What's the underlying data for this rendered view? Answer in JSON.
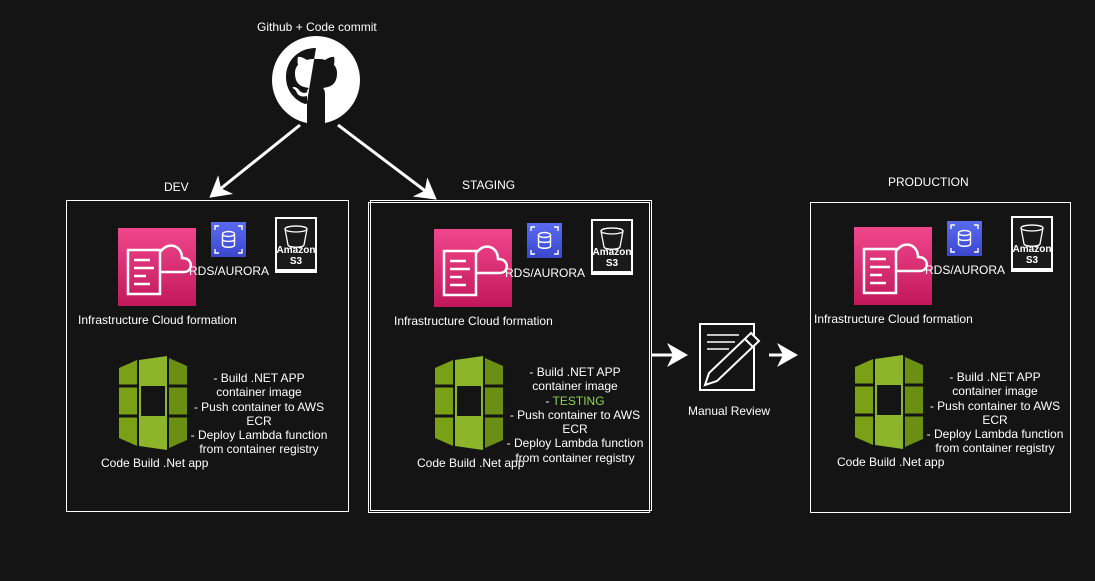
{
  "github": {
    "label": "Github + Code commit"
  },
  "stages": {
    "dev": {
      "title": "DEV",
      "cf_label": "Infrastructure Cloud formation",
      "rds_label": "RDS/AURORA",
      "s3_label_1": "Amazon",
      "s3_label_2": "S3",
      "cb_label": "Code Build .Net app",
      "steps": [
        "- Build .NET APP",
        "container image",
        "- Push container to AWS",
        "ECR",
        "- Deploy Lambda function",
        "from container registry"
      ]
    },
    "staging": {
      "title": "STAGING",
      "cf_label": "Infrastructure Cloud formation",
      "rds_label": "RDS/AURORA",
      "s3_label_1": "Amazon",
      "s3_label_2": "S3",
      "cb_label": "Code Build .Net app",
      "steps": [
        "- Build .NET APP",
        "container image",
        "- ",
        "TESTING",
        "- Push container to AWS",
        "ECR",
        "- Deploy Lambda function",
        "from container registry"
      ]
    },
    "production": {
      "title": "PRODUCTION",
      "cf_label": "Infrastructure Cloud formation",
      "rds_label": "RDS/AURORA",
      "s3_label_1": "Amazon",
      "s3_label_2": "S3",
      "cb_label": "Code Build .Net app",
      "steps": [
        "- Build .NET APP",
        "container image",
        "- Push container to AWS",
        "ECR",
        "- Deploy Lambda function",
        "from container registry"
      ]
    }
  },
  "review": {
    "label": "Manual Review"
  },
  "colors": {
    "background": "#141414",
    "cloudformation": "#e7157b",
    "rds": "#3b48cc",
    "codebuild": "#7aa116",
    "testing": "#8bd44a",
    "line": "#ffffff"
  }
}
